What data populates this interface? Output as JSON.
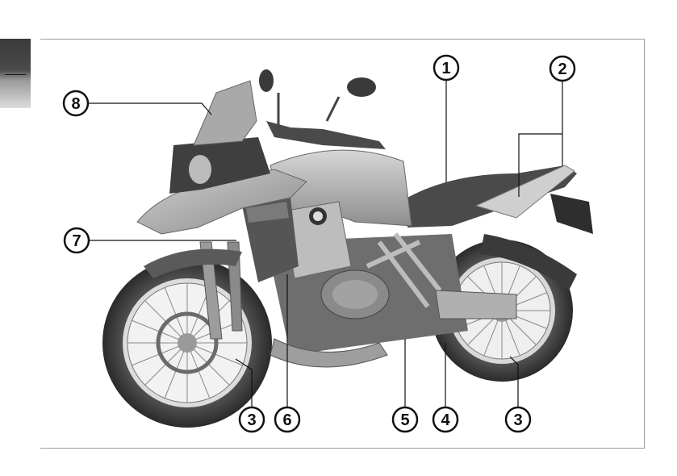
{
  "callouts": [
    {
      "id": "1",
      "label": "1"
    },
    {
      "id": "2",
      "label": "2"
    },
    {
      "id": "3a",
      "label": "3"
    },
    {
      "id": "3b",
      "label": "3"
    },
    {
      "id": "4",
      "label": "4"
    },
    {
      "id": "5",
      "label": "5"
    },
    {
      "id": "6",
      "label": "6"
    },
    {
      "id": "7",
      "label": "7"
    },
    {
      "id": "8",
      "label": "8"
    }
  ],
  "colors": {
    "frame": "#9a9a9a",
    "tab_dark": "#3a3a3a",
    "tab_light": "#dcdcdc",
    "callout_stroke": "#111111",
    "bike_body": "#a8a8a8",
    "bike_dark": "#3c3c3c"
  }
}
